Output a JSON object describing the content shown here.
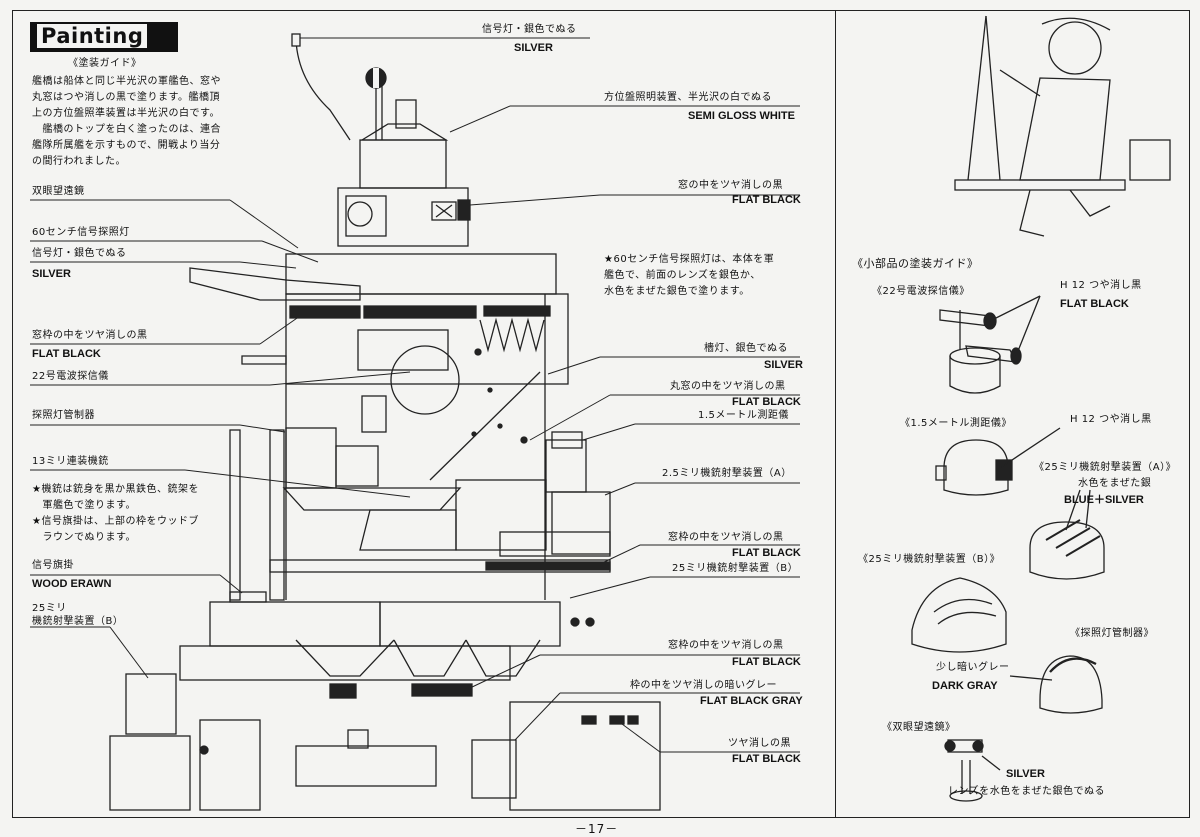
{
  "header": {
    "title": "Painting",
    "subtitle": "《塗装ガイド》"
  },
  "intro": {
    "lines": [
      "艦橋は船体と同じ半光沢の軍艦色、窓や",
      "丸窓はつや消しの黒で塗ります。艦橋頂",
      "上の方位盤照準装置は半光沢の白です。",
      "　艦橋のトップを白く塗ったのは、連合",
      "艦隊所属艦を示すもので、開戦より当分",
      "の間行われました。"
    ]
  },
  "left_labels": {
    "binoculars": "双眼望遠鏡",
    "searchlight_jp": "60センチ信号探照灯",
    "signal_light_jp": "信号灯・銀色でぬる",
    "signal_light_en": "SILVER",
    "window_frame_jp": "窓枠の中をツヤ消しの黒",
    "window_frame_en": "FLAT BLACK",
    "radar22": "22号電波探信儀",
    "searchlight_ctrl": "探照灯管制器",
    "mg13": "13ミリ連装機銃",
    "note_lines": [
      "★機銃は銃身を黒か黒鉄色、銃架を",
      "　軍艦色で塗ります。",
      "★信号旗掛は、上部の枠をウッドブ",
      "　ラウンでぬります。"
    ],
    "flag_rack_jp": "信号旗掛",
    "flag_rack_en": "WOOD ERAWN",
    "mg25b_line1": "25ミリ",
    "mg25b_line2": "機銃射撃装置（B）"
  },
  "right_labels": {
    "top_light_jp": "信号灯・銀色でぬる",
    "top_light_en": "SILVER",
    "director_jp": "方位盤照明装置、半光沢の白でぬる",
    "director_en": "SEMI GLOSS WHITE",
    "window_jp": "窓の中をツヤ消しの黒",
    "window_en": "FLAT BLACK",
    "note_lines": [
      "★60センチ信号探照灯は、本体を軍",
      "艦色で、前面のレンズを銀色か、",
      "水色をまぜた銀色で塗ります。"
    ],
    "mast_light_jp": "檣灯、銀色でぬる",
    "mast_light_en": "SILVER",
    "porthole_jp": "丸窓の中をツヤ消しの黒",
    "porthole_en": "FLAT BLACK",
    "rangefinder_jp": "1.5メートル測距儀",
    "mg25a_jp": "2.5ミリ機銃射撃装置（A）",
    "window_frame2_jp": "窓枠の中をツヤ消しの黒",
    "window_frame2_en": "FLAT BLACK",
    "mg25b_jp": "25ミリ機銃射撃装置（B）",
    "window_frame3_jp": "窓枠の中をツヤ消しの黒",
    "window_frame3_en": "FLAT BLACK",
    "frame_gray_jp": "枠の中をツヤ消しの暗いグレー",
    "frame_gray_en": "FLAT BLACK GRAY",
    "matte_black_jp": "ツヤ消しの黒",
    "matte_black_en": "FLAT BLACK"
  },
  "parts_guide": {
    "title": "《小部品の塗装ガイド》",
    "radar22": "《22号電波探信儀》",
    "radar22_paint_jp": "H 12 つや消し黒",
    "radar22_paint_en": "FLAT BLACK",
    "rangefinder": "《1.5メートル測距儀》",
    "rangefinder_paint_jp": "H 12 つや消し黒",
    "mg25a": "《25ミリ機銃射撃装置（A）》",
    "mg25a_paint_jp": "水色をまぜた銀",
    "mg25a_paint_en": "BLUE＋SILVER",
    "mg25b": "《25ミリ機銃射撃装置（B）》",
    "searchlight_ctrl": "《探照灯管制器》",
    "dark_gray_jp": "少し暗いグレー",
    "dark_gray_en": "DARK GRAY",
    "binoculars": "《双眼望遠鏡》",
    "binoculars_en": "SILVER",
    "binoculars_jp": "レンズを水色をまぜた銀色でぬる"
  },
  "footer": {
    "page_number": "－17－"
  }
}
